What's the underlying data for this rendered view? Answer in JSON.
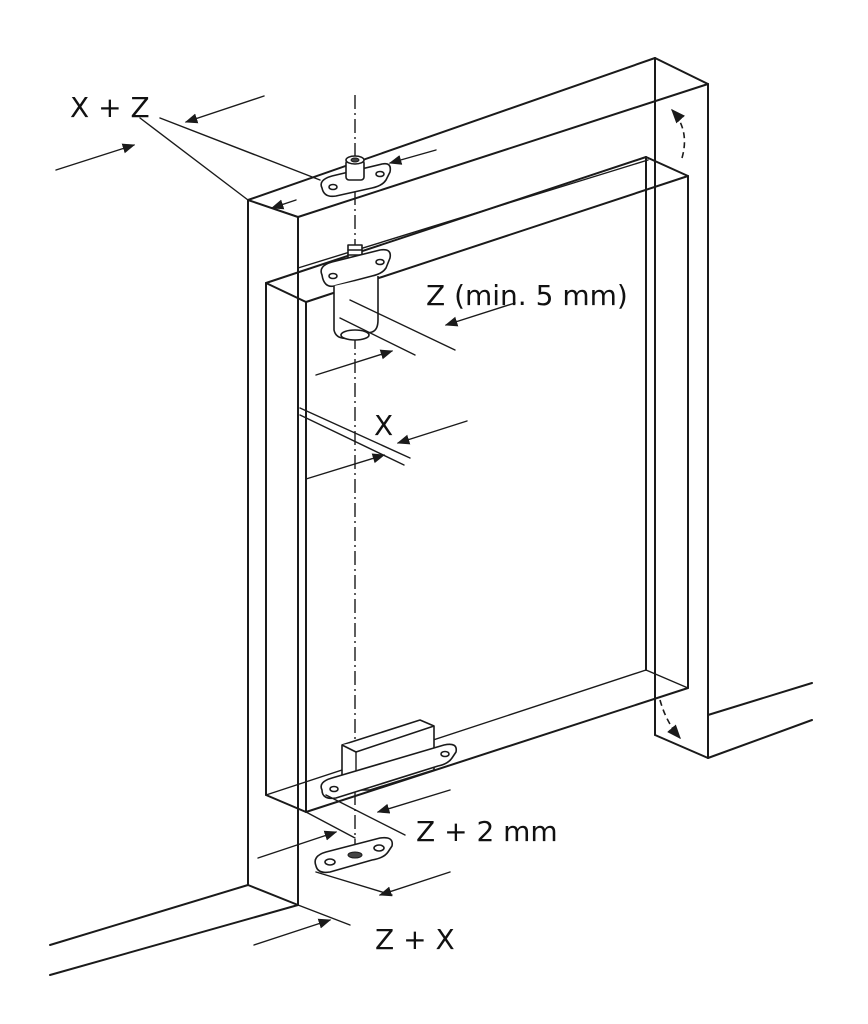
{
  "labels": {
    "x_plus_z": "X + Z",
    "z_min": "Z (min. 5 mm)",
    "x": "X",
    "z_plus_2mm": "Z + 2 mm",
    "z_plus_x": "Z + X"
  }
}
